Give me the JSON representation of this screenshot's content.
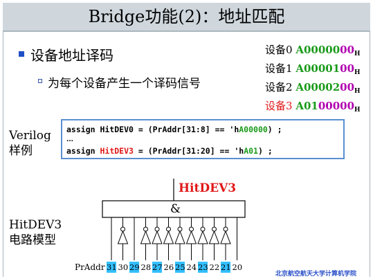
{
  "title": "Bridge功能(2)：地址匹配",
  "bullet_main": "设备地址译码",
  "bullet_sub": "为每个设备产生一个译码信号",
  "devices": [
    {
      "name": "设备0",
      "addr_a": "A",
      "addr_green": "00000",
      "addr_purple": "00",
      "sub": "H",
      "highlight": false
    },
    {
      "name": "设备1",
      "addr_a": "A",
      "addr_green": "00001",
      "addr_purple": "00",
      "sub": "H",
      "highlight": false
    },
    {
      "name": "设备2",
      "addr_a": "A",
      "addr_green": "00002",
      "addr_purple": "00",
      "sub": "H",
      "highlight": false
    },
    {
      "name": "设备3",
      "addr_a": "A",
      "addr_green": "01",
      "addr_purple": "00000",
      "sub": "H",
      "highlight": true
    }
  ],
  "verilog_label_1": "Verilog",
  "verilog_label_2": "样例",
  "code": {
    "line1_pre": "assign HitDEV0 = (PrAddr[31:8] == 'h",
    "line1_green": "A00000",
    "line1_post": ") ;",
    "ellipsis": "…",
    "line2_pre": "assign ",
    "line2_red": "HitDEV3",
    "line2_mid": " = (PrAddr[31:20] == 'h",
    "line2_green": "A01",
    "line2_post": ") ;"
  },
  "model_label_1": "HitDEV3",
  "model_label_2": "电路模型",
  "circuit": {
    "output": "HitDEV3",
    "gate": "&",
    "addr_label": "PrAddr",
    "bits": [
      {
        "label": "31",
        "highlight": true,
        "inverted": false
      },
      {
        "label": "30",
        "highlight": false,
        "inverted": true
      },
      {
        "label": "29",
        "highlight": true,
        "inverted": false
      },
      {
        "label": "28",
        "highlight": false,
        "inverted": true
      },
      {
        "label": "27",
        "highlight": true,
        "inverted": true
      },
      {
        "label": "26",
        "highlight": false,
        "inverted": true
      },
      {
        "label": "25",
        "highlight": true,
        "inverted": true
      },
      {
        "label": "24",
        "highlight": false,
        "inverted": true
      },
      {
        "label": "23",
        "highlight": true,
        "inverted": true
      },
      {
        "label": "22",
        "highlight": false,
        "inverted": true
      },
      {
        "label": "21",
        "highlight": true,
        "inverted": true
      },
      {
        "label": "20",
        "highlight": false,
        "inverted": false
      }
    ]
  },
  "footer": "北京航空航天大学计算机学院",
  "colors": {
    "title_bg": "#cfd7dd",
    "bullet": "#2050c8",
    "green": "#1a9a1a",
    "purple": "#b000b0",
    "red": "#e01818",
    "bit_highlight": "#33bfff",
    "footer": "#2a50c8"
  }
}
